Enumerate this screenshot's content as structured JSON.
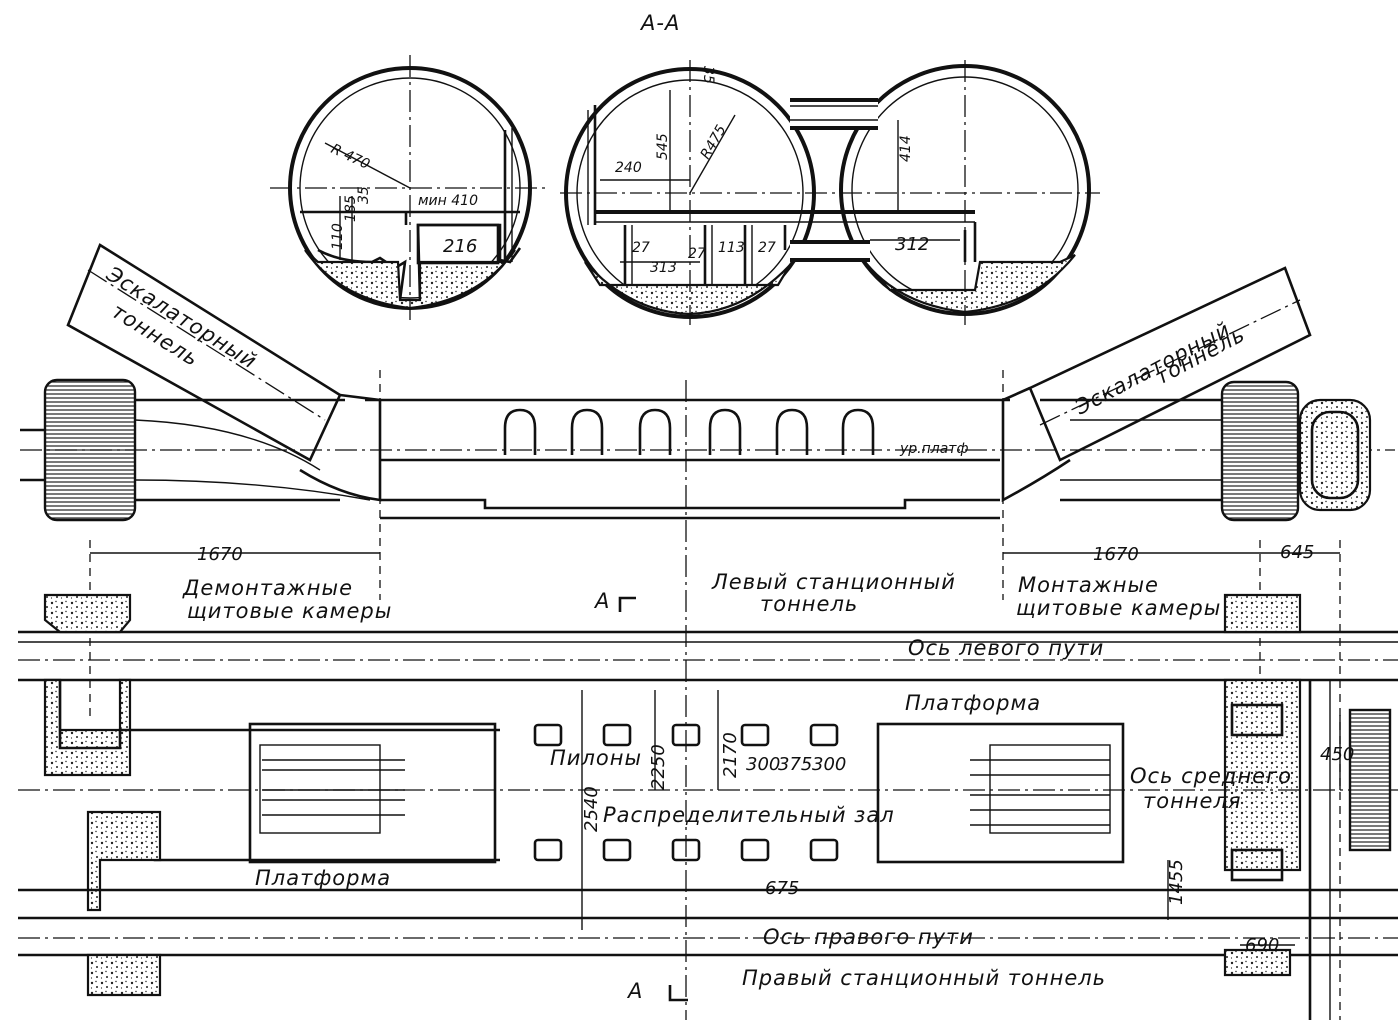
{
  "section": {
    "title": "А-А",
    "marker_top": "А",
    "marker_bottom": "А"
  },
  "section_dims": {
    "r_left": "R 470",
    "d_110": "110",
    "d_185": "185",
    "d_35": "35",
    "min": "мин 410",
    "d_216": "216",
    "d_35b": "35",
    "d_545": "545",
    "d_240": "240",
    "r_center": "R475",
    "d_27a": "27",
    "d_313": "313",
    "d_27b": "27",
    "d_113": "113",
    "d_27c": "27",
    "d_414": "414",
    "d_312": "312"
  },
  "labels": {
    "escalator_left": [
      "Эскалаторный",
      "тоннель"
    ],
    "escalator_right": [
      "Эскалаторный",
      "тоннель"
    ],
    "platform_level": "ур.платф",
    "dismantling": [
      "Демонтажные",
      "щитовые камеры"
    ],
    "mounting": [
      "Монтажные",
      "щитовые камеры"
    ],
    "left_tunnel": [
      "Левый станционный",
      "тоннель"
    ],
    "left_track_axis": "Ось левого пути",
    "platform_top": "Платформа",
    "pylons": "Пилоны",
    "distribution_hall": "Распределительный зал",
    "middle_axis": [
      "Ось среднего",
      "тоннеля"
    ],
    "platform_bottom": "Платформа",
    "right_track_axis": "Ось правого пути",
    "right_tunnel": "Правый станционный тоннель"
  },
  "plan_dims": {
    "d_1670_left": "1670",
    "d_1670_right": "1670",
    "d_645": "645",
    "d_450": "450",
    "d_2250": "2250",
    "d_2170": "2170",
    "d_300a": "300",
    "d_375": "375",
    "d_300b": "300",
    "d_2540": "2540",
    "d_675": "675",
    "d_1455": "1455",
    "d_690": "690"
  }
}
